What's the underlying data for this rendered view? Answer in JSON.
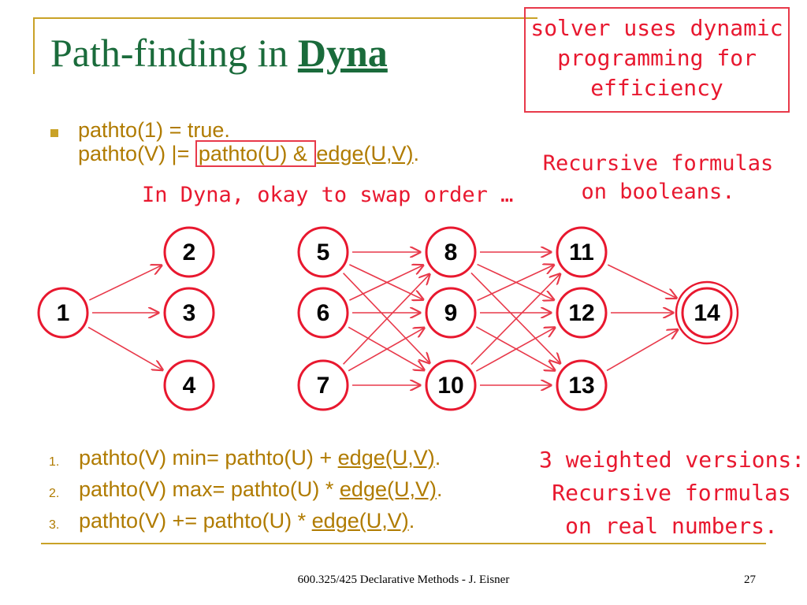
{
  "title": {
    "prefix": "Path-finding in ",
    "emph": "Dyna"
  },
  "note_box": {
    "lines": [
      "solver uses dynamic",
      "programming for",
      "efficiency"
    ]
  },
  "bullet": {
    "line1": "pathto(1) = true.",
    "line2_pre": "pathto(V) |= ",
    "line2_box": "pathto(U) & ",
    "line2_edge": "edge(U,V)",
    "line2_post": "."
  },
  "swap_note": "In Dyna, okay to swap order …",
  "rec_note": {
    "lines": [
      "Recursive formulas",
      "on booleans."
    ]
  },
  "graph": {
    "nodes": [
      "1",
      "2",
      "3",
      "4",
      "5",
      "6",
      "7",
      "8",
      "9",
      "10",
      "11",
      "12",
      "13",
      "14"
    ],
    "edges": [
      [
        "1",
        "2"
      ],
      [
        "1",
        "3"
      ],
      [
        "1",
        "4"
      ],
      [
        "5",
        "8"
      ],
      [
        "5",
        "9"
      ],
      [
        "5",
        "10"
      ],
      [
        "6",
        "8"
      ],
      [
        "6",
        "9"
      ],
      [
        "6",
        "10"
      ],
      [
        "7",
        "8"
      ],
      [
        "7",
        "9"
      ],
      [
        "7",
        "10"
      ],
      [
        "8",
        "11"
      ],
      [
        "8",
        "12"
      ],
      [
        "8",
        "13"
      ],
      [
        "9",
        "11"
      ],
      [
        "9",
        "12"
      ],
      [
        "9",
        "13"
      ],
      [
        "10",
        "11"
      ],
      [
        "10",
        "12"
      ],
      [
        "10",
        "13"
      ],
      [
        "11",
        "14"
      ],
      [
        "12",
        "14"
      ],
      [
        "13",
        "14"
      ]
    ],
    "goal_node": "14",
    "node_color": "#e8182f",
    "edge_color": "#e8394a"
  },
  "weighted": [
    {
      "num": "1.",
      "pre": "pathto(V) min= pathto(U) + ",
      "edge": "edge(U,V)",
      "post": "."
    },
    {
      "num": "2.",
      "pre": "pathto(V) max= pathto(U) * ",
      "edge": "edge(U,V)",
      "post": "."
    },
    {
      "num": "3.",
      "pre": "pathto(V) += pathto(U) * ",
      "edge": "edge(U,V)",
      "post": "."
    }
  ],
  "weighted_note": {
    "lines": [
      "3 weighted versions:",
      "Recursive formulas",
      "on real numbers."
    ]
  },
  "footer": "600.325/425 Declarative Methods - J. Eisner",
  "page_number": "27",
  "colors": {
    "title": "#1a6b3b",
    "body_text": "#b07b00",
    "accent_red": "#e8182f",
    "frame": "#c9a227"
  }
}
